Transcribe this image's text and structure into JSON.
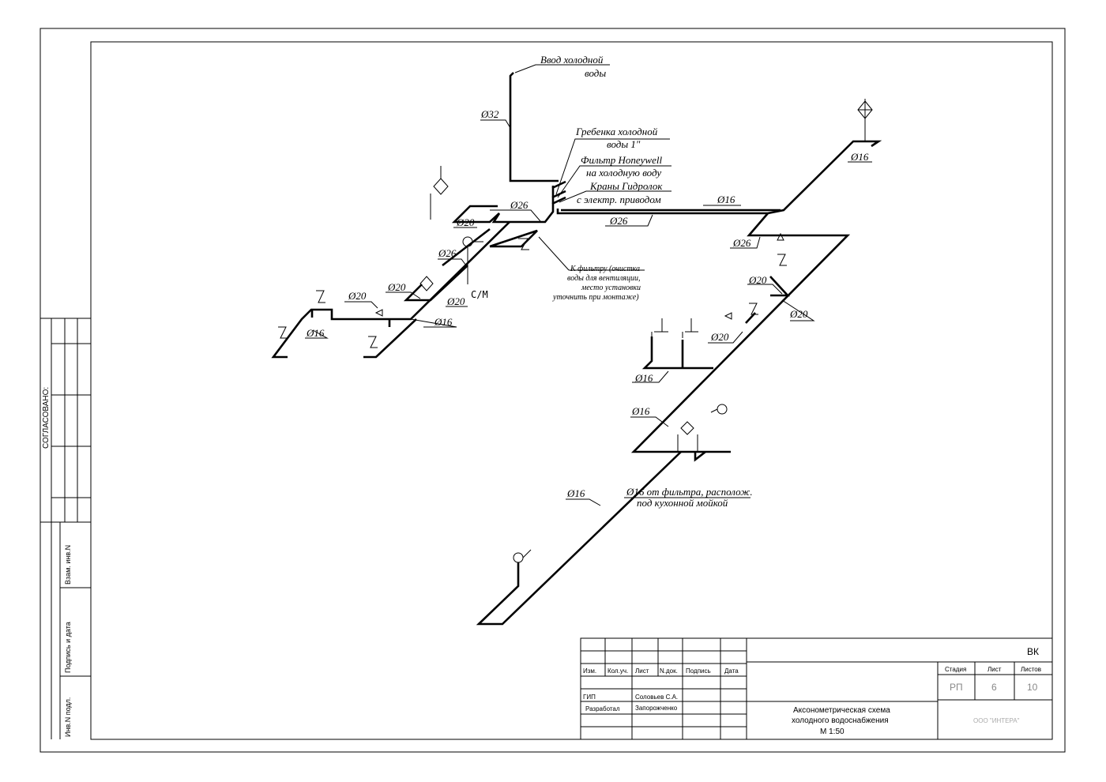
{
  "side_stamp": {
    "agreed": "СОГЛАСОВАНО:",
    "vzam_inv": "Взам. инв.N",
    "signature_date": "Подпись и дата",
    "inv_podl": "Инв.N подл."
  },
  "labels": {
    "inlet": [
      "Ввод холодной",
      "воды"
    ],
    "d32": "Ø32",
    "manifold": [
      "Гребенка холодной",
      "воды 1\""
    ],
    "filter": [
      "Фильтр Honeywell",
      "на холодную воду"
    ],
    "valves": [
      "Краны Гидролок",
      "с электр. приводом"
    ],
    "d16_main": "Ø16",
    "d26_a": "Ø26",
    "d26_b": "Ø26",
    "d26_c": "Ø26",
    "d26_d": "Ø26",
    "d20_a": "Ø20",
    "d20_b": "Ø20",
    "d20_c": "Ø20",
    "d20_d": "Ø20",
    "d20_e": "Ø20",
    "d20_f": "Ø20",
    "d20_g": "Ø20",
    "d16_a": "Ø16",
    "d16_b": "Ø16",
    "d16_c": "Ø16",
    "d16_d": "Ø16",
    "d16_e": "Ø16",
    "d16_top": "Ø16",
    "meter": "С/М",
    "to_filter": [
      "К фильтру (очистка",
      "воды для вентиляции,",
      "место установки",
      "уточнить при монтаже)"
    ],
    "kitchen": [
      "Ø16 от фильтра, располож.",
      "под кухонной мойкой"
    ]
  },
  "title_block": {
    "code": "ВК",
    "headers": [
      "Изм.",
      "Кол.уч.",
      "Лист",
      "N.док.",
      "Подпись",
      "Дата"
    ],
    "rows": [
      {
        "role": "ГИП",
        "name": "Соловьев С.А."
      },
      {
        "role": "Разработал",
        "name": "Запорожченко"
      }
    ],
    "stage_label": "Стадия",
    "sheet_label": "Лист",
    "sheets_label": "Листов",
    "stage": "РП",
    "sheet": "6",
    "sheets": "10",
    "title": [
      "Аксонометрическая схема",
      "холодного водоснабжения",
      "М 1:50"
    ],
    "org": "ООО \"ИНТЕРА\""
  }
}
